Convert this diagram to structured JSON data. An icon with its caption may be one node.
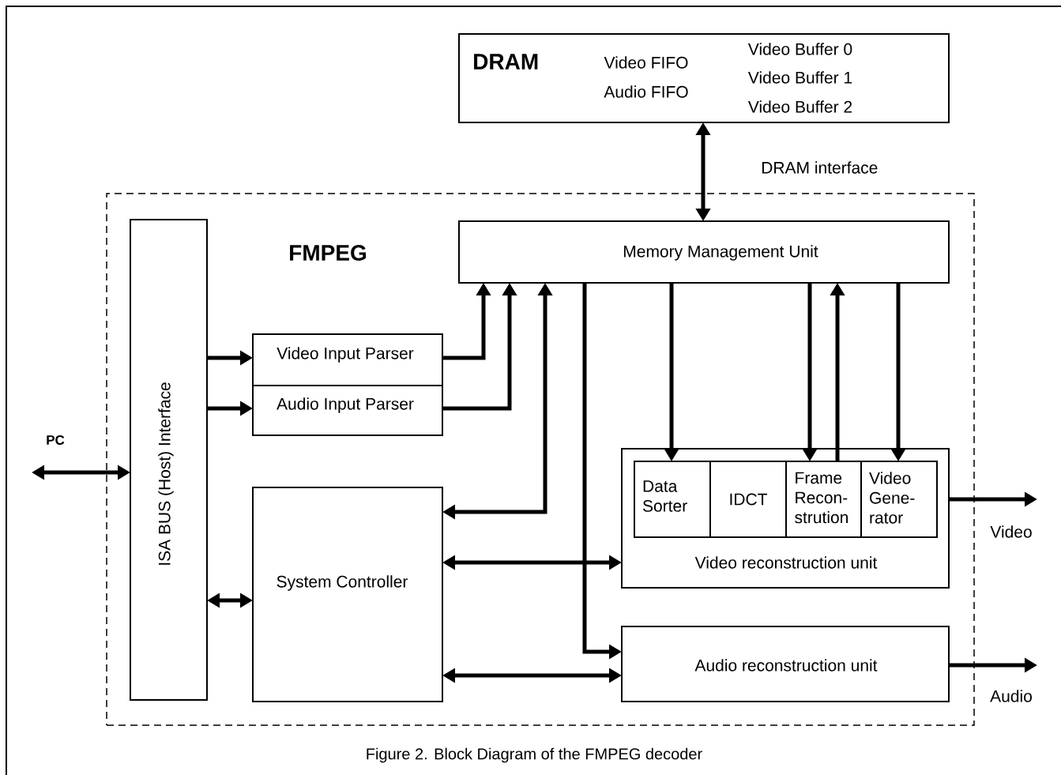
{
  "diagram": {
    "caption": "Figure 2. Block Diagram of the FMPEG decoder",
    "nodes": [
      {
        "text": [
          "DRAM",
          "Video FIFO",
          "Audio FIFO",
          "Video Buffer 0",
          "Video Buffer 1",
          "Video Buffer 2"
        ]
      },
      {
        "text": [
          "FMPEG"
        ]
      },
      {
        "text": [
          "ISA BUS (Host) Interface"
        ],
        "in": 1
      },
      {
        "text": [
          "Memory Management Unit"
        ],
        "in": 1
      },
      {
        "text": [
          "Video Input Parser"
        ],
        "in": 1
      },
      {
        "text": [
          "Audio Input Parser"
        ],
        "in": 1
      },
      {
        "text": [
          "System Controller"
        ],
        "in": 1
      },
      {
        "text": [
          "Video reconstruction unit"
        ],
        "in": 1
      },
      {
        "text": [
          "Data Sorter"
        ],
        "in": 7
      },
      {
        "text": [
          "IDCT"
        ],
        "in": 7
      },
      {
        "text": [
          "Frame Recon- strution"
        ],
        "in": 7
      },
      {
        "text": [
          "Video Gene- rator"
        ],
        "in": 7
      },
      {
        "text": [
          "Audio reconstruction unit"
        ],
        "in": 1
      }
    ],
    "edges": [
      {
        "from": 0,
        "to": 3,
        "arrow": "both",
        "label": "DRAM interface"
      },
      {
        "from": null,
        "to": 2,
        "arrow": "both",
        "label": "PC"
      },
      {
        "from": 2,
        "to": 4,
        "arrow": "to"
      },
      {
        "from": 2,
        "to": 5,
        "arrow": "to"
      },
      {
        "from": 2,
        "to": 6,
        "arrow": "both"
      },
      {
        "from": 4,
        "to": 3,
        "arrow": "to"
      },
      {
        "from": 5,
        "to": 3,
        "arrow": "to"
      },
      {
        "from": 3,
        "to": 6,
        "arrow": "both"
      },
      {
        "from": 6,
        "to": 7,
        "arrow": "both"
      },
      {
        "from": 3,
        "to": 12,
        "arrow": "to"
      },
      {
        "from": 6,
        "to": 12,
        "arrow": "both"
      },
      {
        "from": 3,
        "to": 8,
        "arrow": "to"
      },
      {
        "from": 3,
        "to": 10,
        "arrow": "to"
      },
      {
        "from": 10,
        "to": 3,
        "arrow": "to"
      },
      {
        "from": 3,
        "to": 11,
        "arrow": "to"
      },
      {
        "from": 7,
        "to": null,
        "arrow": "to",
        "label": "Video"
      },
      {
        "from": 12,
        "to": null,
        "arrow": "to",
        "label": "Audio"
      }
    ]
  }
}
